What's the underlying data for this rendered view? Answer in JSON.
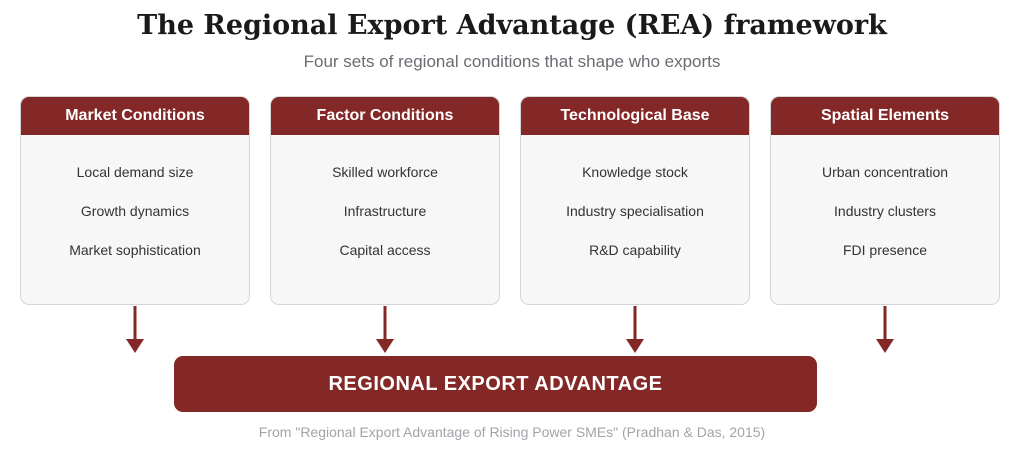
{
  "title": "The Regional Export Advantage (REA) framework",
  "subtitle": "Four sets of regional conditions that shape who exports",
  "cards": [
    {
      "heading": "Market Conditions",
      "items": [
        "Local demand size",
        "Growth dynamics",
        "Market sophistication"
      ]
    },
    {
      "heading": "Factor Conditions",
      "items": [
        "Skilled workforce",
        "Infrastructure",
        "Capital access"
      ]
    },
    {
      "heading": "Technological Base",
      "items": [
        "Knowledge stock",
        "Industry specialisation",
        "R&D capability"
      ]
    },
    {
      "heading": "Spatial Elements",
      "items": [
        "Urban concentration",
        "Industry clusters",
        "FDI presence"
      ]
    }
  ],
  "outcome": "REGIONAL EXPORT ADVANTAGE",
  "source": "From \"Regional Export Advantage of Rising Power SMEs\" (Pradhan & Das, 2015)",
  "colors": {
    "accent": "#832826",
    "card_bg": "#f7f7f7",
    "border": "#d6d6d6"
  }
}
